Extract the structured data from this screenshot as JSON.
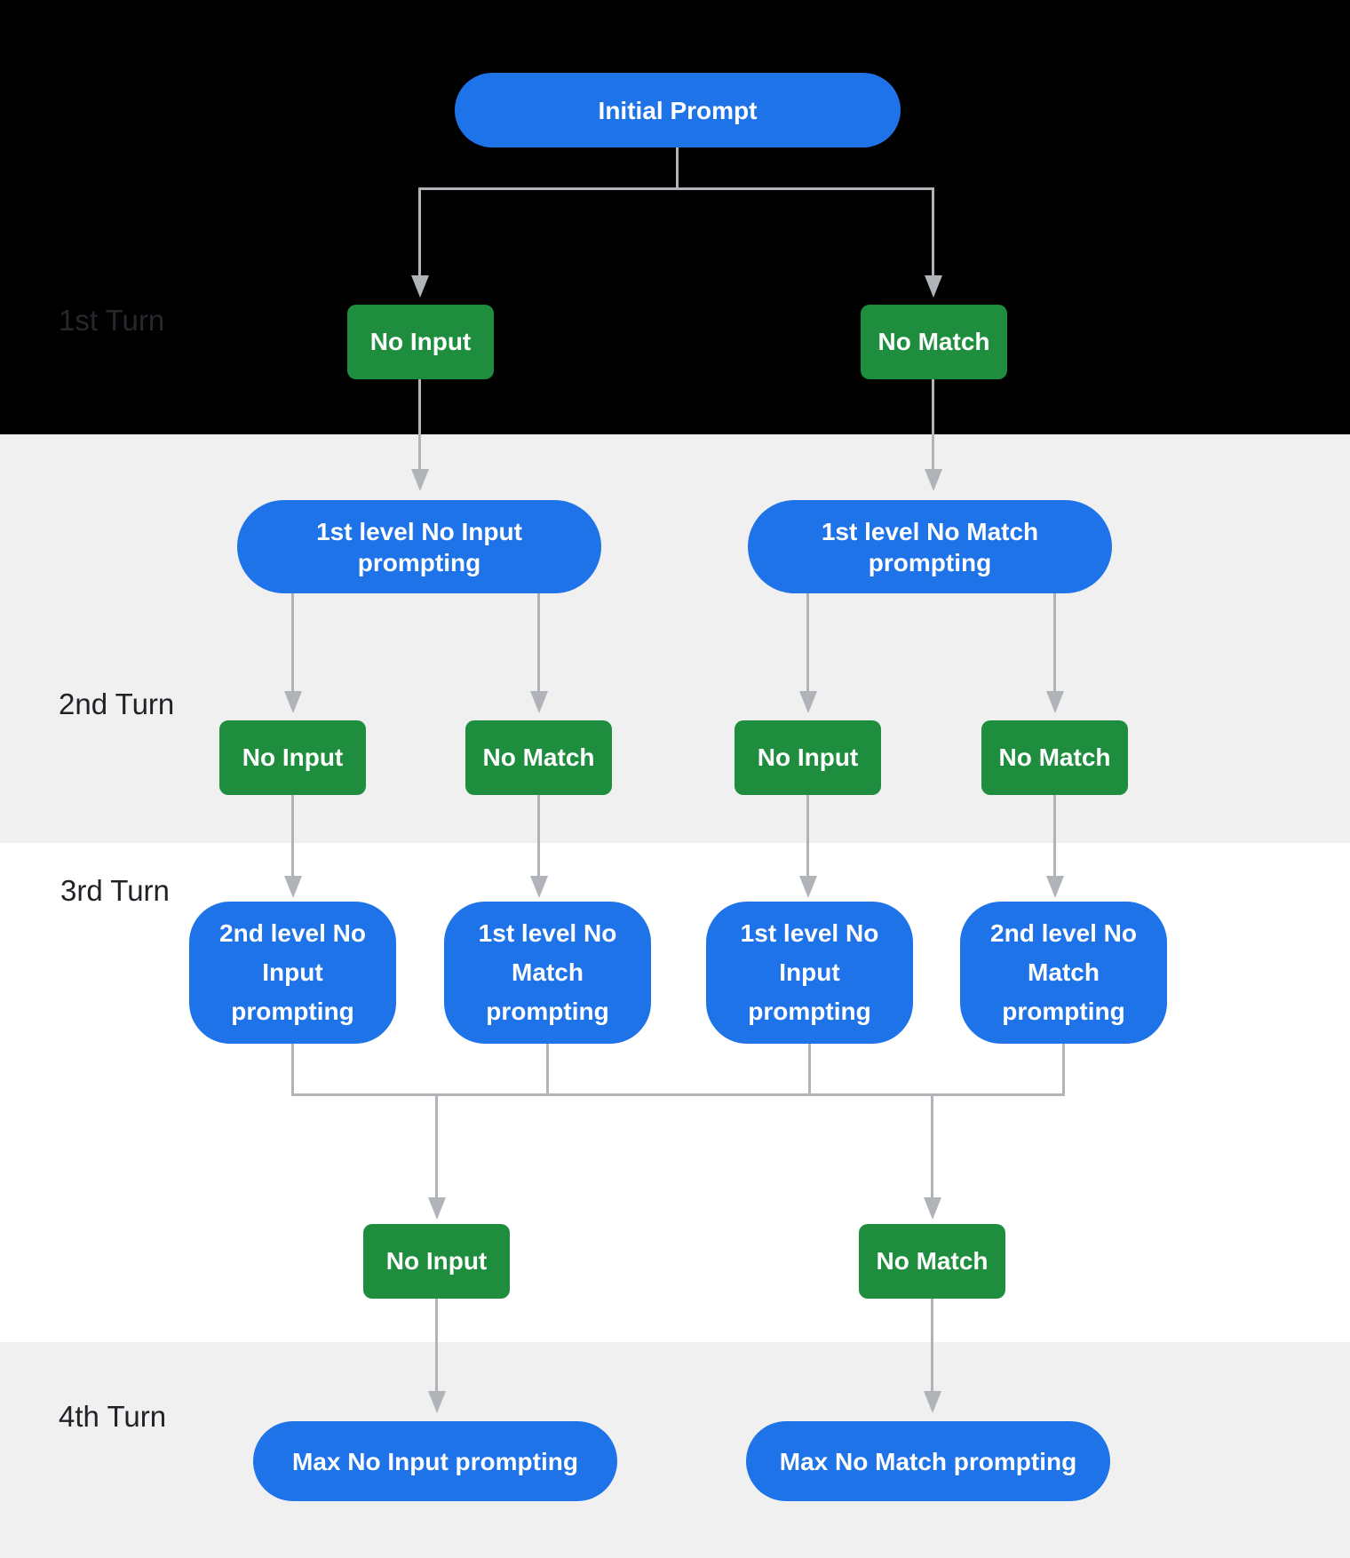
{
  "diagram": {
    "turn_labels": {
      "turn1": "1st Turn",
      "turn2": "2nd Turn",
      "turn3": "3rd Turn",
      "turn4": "4th Turn"
    },
    "nodes": {
      "initial_prompt": "Initial Prompt",
      "turn1_no_input": "No Input",
      "turn1_no_match": "No Match",
      "level1_no_input_prompting": "1st level No Input prompting",
      "level1_no_match_prompting": "1st level No Match prompting",
      "turn2_no_input_left": "No Input",
      "turn2_no_match_left": "No Match",
      "turn2_no_input_right": "No Input",
      "turn2_no_match_right": "No Match",
      "turn3_level2_no_input_prompting": "2nd level No Input prompting",
      "turn3_level1_no_match_prompting": "1st level No Match prompting",
      "turn3_level1_no_input_prompting": "1st level No Input prompting",
      "turn3_level2_no_match_prompting": "2nd level No Match prompting",
      "turn4_no_input": "No Input",
      "turn4_no_match": "No Match",
      "max_no_input_prompting": "Max No Input prompting",
      "max_no_match_prompting": "Max No Match prompting"
    },
    "colors": {
      "prompt_node_blue": "#1f73e8",
      "event_node_green": "#1e8e3e",
      "connector_gray": "#b0b3b8",
      "band_dark": "#000000",
      "band_gray": "#f0f0f1",
      "band_white": "#ffffff"
    }
  }
}
